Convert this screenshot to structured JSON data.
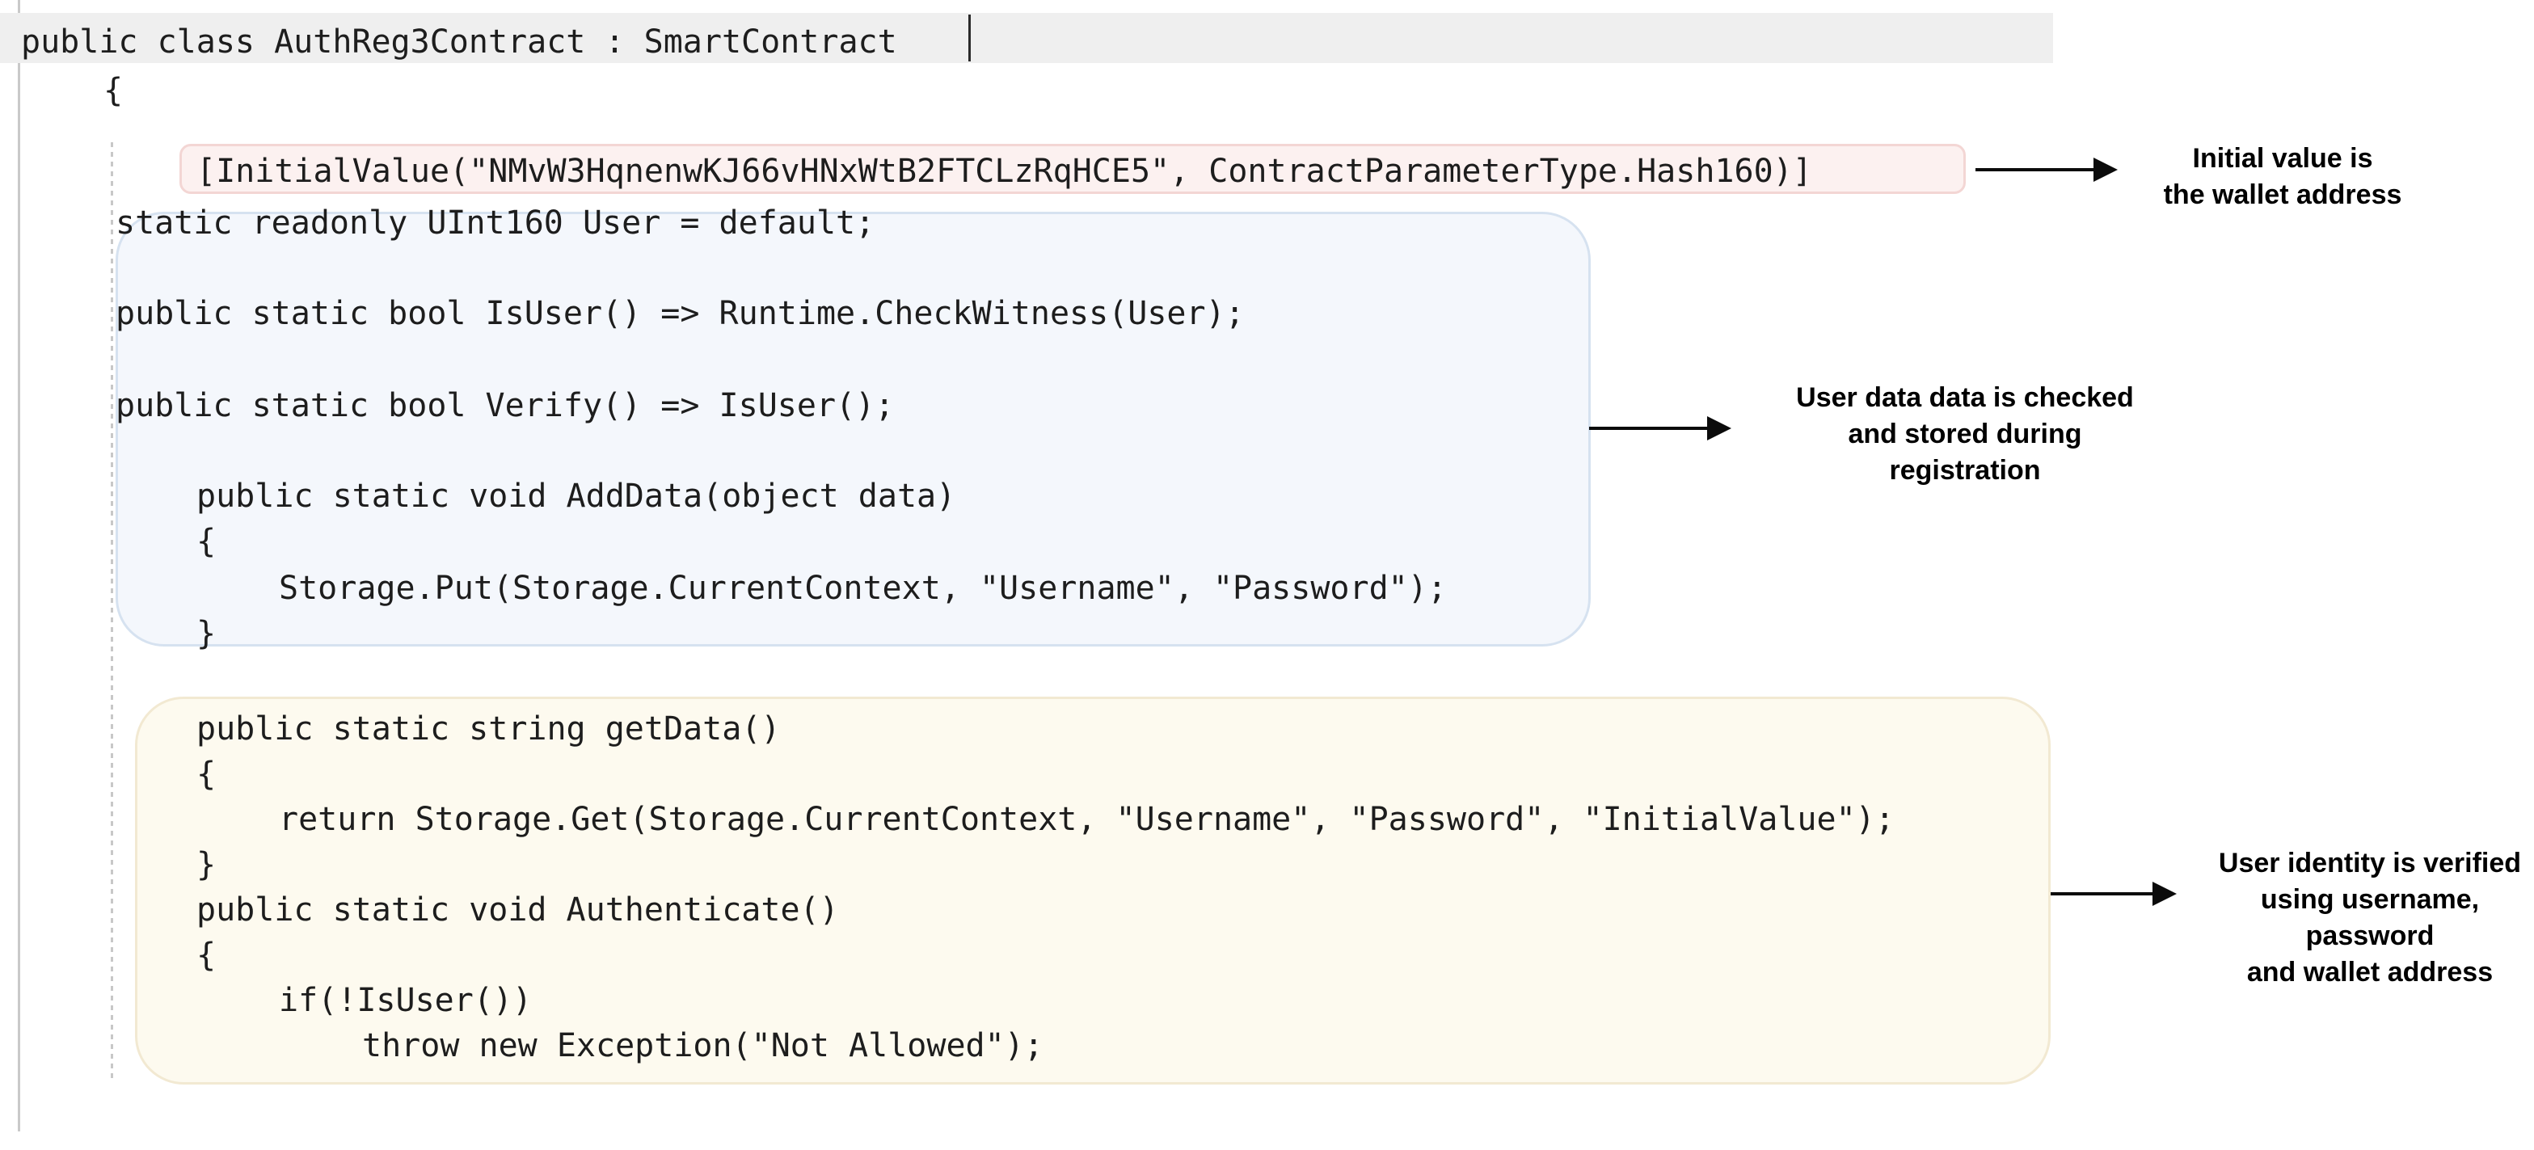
{
  "editor": {
    "selected_line": "public class AuthReg3Contract : SmartContract",
    "code_lines": [
      {
        "id": "line-open-brace",
        "text": "{"
      },
      {
        "id": "line-initial-value",
        "text": "[InitialValue(\"NMvW3HqnenwKJ66vHNxWtB2FTCLzRqHCE5\", ContractParameterType.Hash160)]"
      },
      {
        "id": "line-user-field",
        "text": "static readonly UInt160 User = default;"
      },
      {
        "id": "line-isuser",
        "text": "public static bool IsUser() => Runtime.CheckWitness(User);"
      },
      {
        "id": "line-verify",
        "text": "public static bool Verify() => IsUser();"
      },
      {
        "id": "line-adddata-sig",
        "text": "public static void AddData(object data)"
      },
      {
        "id": "line-adddata-open",
        "text": "{"
      },
      {
        "id": "line-storage-put",
        "text": "Storage.Put(Storage.CurrentContext, \"Username\", \"Password\");"
      },
      {
        "id": "line-adddata-close",
        "text": "}"
      },
      {
        "id": "line-getdata-sig",
        "text": "public static string getData()"
      },
      {
        "id": "line-getdata-open",
        "text": "{"
      },
      {
        "id": "line-storage-get",
        "text": "return Storage.Get(Storage.CurrentContext, \"Username\", \"Password\", \"InitialValue\");"
      },
      {
        "id": "line-getdata-close",
        "text": "}"
      },
      {
        "id": "line-authenticate-sig",
        "text": "public static void Authenticate()"
      },
      {
        "id": "line-authenticate-open",
        "text": "{"
      },
      {
        "id": "line-if-isuser",
        "text": "if(!IsUser())"
      },
      {
        "id": "line-throw",
        "text": "throw new Exception(\"Not Allowed\");"
      }
    ]
  },
  "annotations": [
    {
      "id": "annotation-initial-value",
      "text": "Initial value  is\nthe wallet address"
    },
    {
      "id": "annotation-user-data",
      "text": "User data data is checked\nand stored during\nregistration"
    },
    {
      "id": "annotation-user-identity",
      "text": "User identity is verified\nusing username, password\nand wallet address"
    }
  ],
  "colors": {
    "selection_highlight": "#efefef",
    "pink_box_fill": "#fcf1f0",
    "pink_box_border": "#f3d6d4",
    "blue_box_fill": "#f4f7fc",
    "blue_box_border": "#d6e2f0",
    "cream_box_fill": "#fdfaef",
    "cream_box_border": "#f2e9d2",
    "code_text": "#1d1d1d",
    "annotation_text": "#000000",
    "arrow": "#0b0b0b"
  }
}
